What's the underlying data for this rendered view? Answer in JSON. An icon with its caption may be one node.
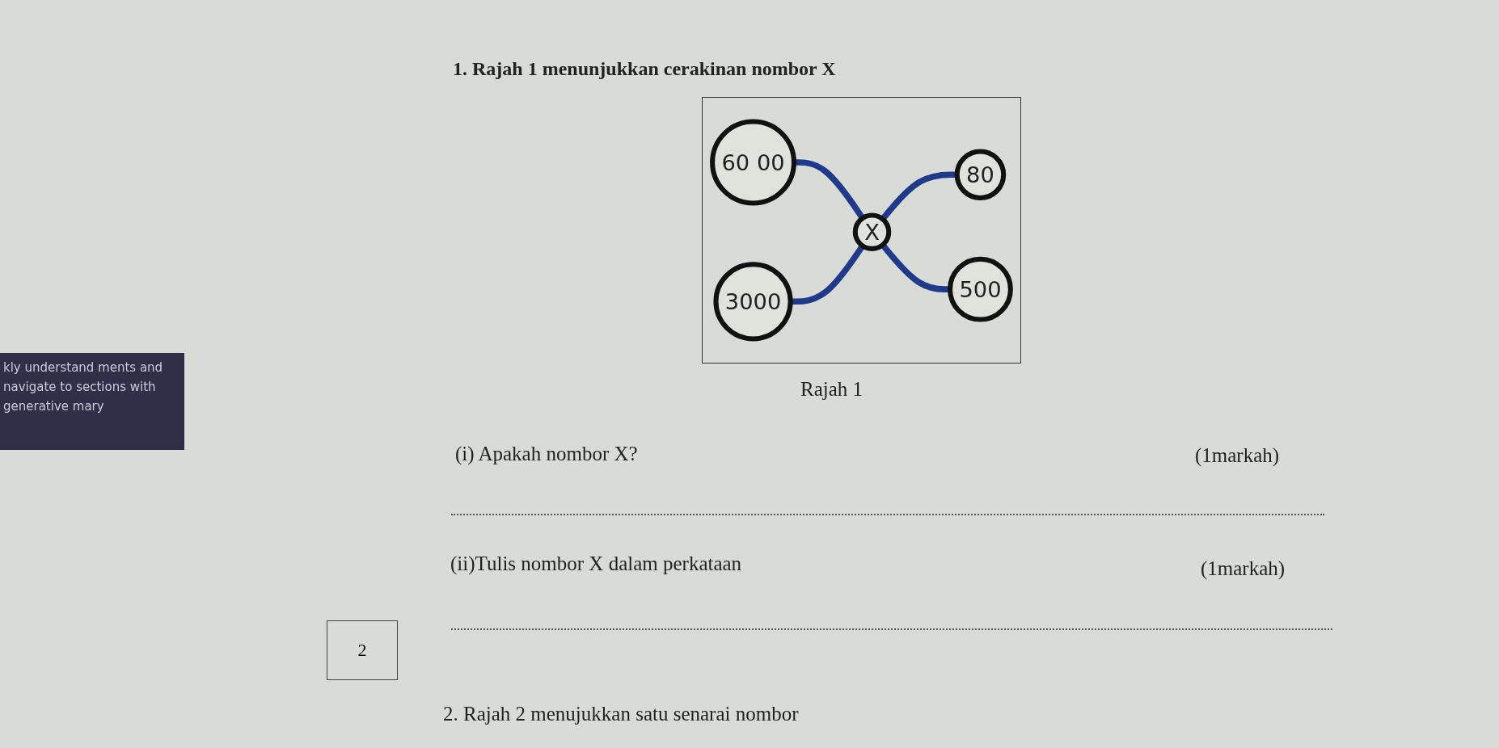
{
  "diagram": {
    "title": "1. Rajah 1 menunjukkan cerakinan nombor X",
    "caption": "Rajah 1",
    "nodes": [
      {
        "text": [
          "60 00"
        ]
      },
      {
        "text": [
          "3000"
        ]
      },
      {
        "text": [
          "X"
        ]
      },
      {
        "text": [
          "80"
        ]
      },
      {
        "text": [
          "500"
        ]
      }
    ],
    "edges": [
      {
        "from": 0,
        "to": 2,
        "arrow": "none"
      },
      {
        "from": 1,
        "to": 2,
        "arrow": "none"
      },
      {
        "from": 2,
        "to": 3,
        "arrow": "none"
      },
      {
        "from": 2,
        "to": 4,
        "arrow": "none"
      }
    ],
    "labels": [
      "kly understand ments and navigate to sections with generative mary",
      "(i) Apakah nombor X?",
      "(1markah)",
      "(ii)Tulis nombor X dalam perkataan",
      "(1markah)",
      "2",
      "2. Rajah 2 menujukkan satu senarai nombor"
    ]
  }
}
